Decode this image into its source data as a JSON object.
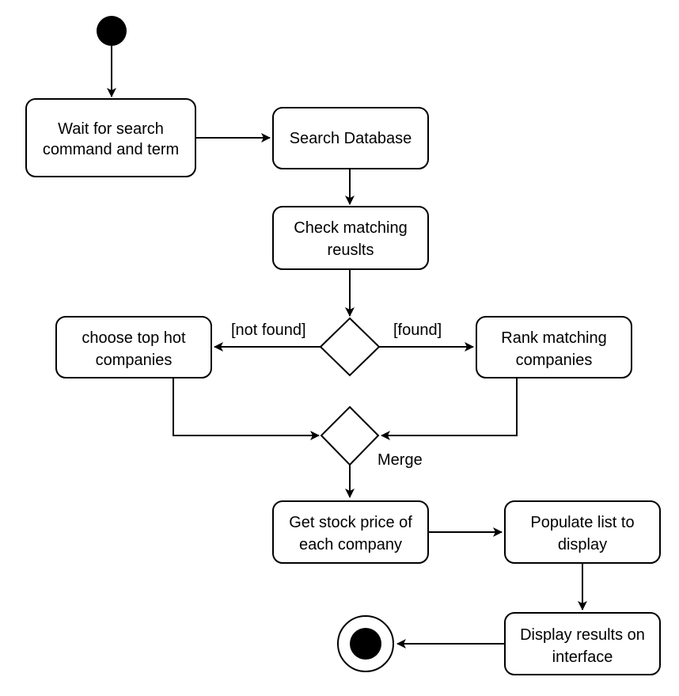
{
  "colors": {
    "stroke": "#000000",
    "fill": "#ffffff",
    "node_dot": "#000000"
  },
  "nodes": {
    "start": {
      "type": "initial"
    },
    "wait": {
      "lines": [
        "Wait for search",
        "command and term"
      ]
    },
    "search_db": {
      "lines": [
        "Search Database"
      ]
    },
    "check": {
      "lines": [
        "Check matching",
        "reuslts"
      ]
    },
    "decision": {
      "type": "decision"
    },
    "choose_hot": {
      "lines": [
        "choose top hot",
        "companies"
      ]
    },
    "rank": {
      "lines": [
        "Rank matching",
        "companies"
      ]
    },
    "merge": {
      "type": "merge",
      "label": "Merge"
    },
    "get_price": {
      "lines": [
        "Get stock price of",
        "each company"
      ]
    },
    "populate": {
      "lines": [
        "Populate list to",
        "display"
      ]
    },
    "display": {
      "lines": [
        "Display results on",
        "interface"
      ]
    },
    "end": {
      "type": "final"
    }
  },
  "guards": {
    "not_found": "[not found]",
    "found": "[found]"
  }
}
